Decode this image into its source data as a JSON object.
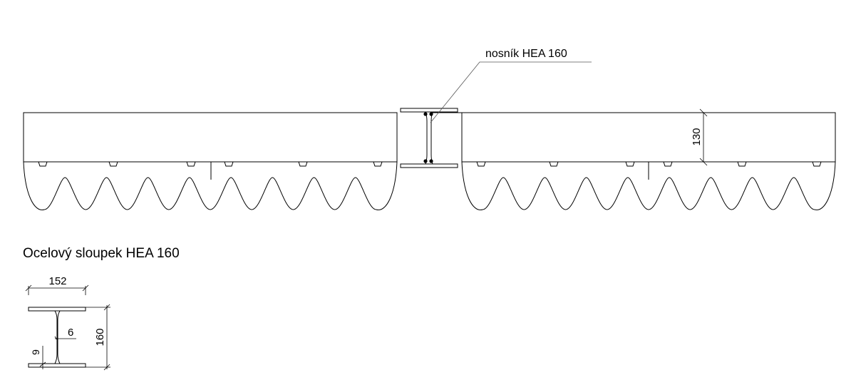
{
  "beam_label": "nosník HEA 160",
  "section_title": "Ocelový sloupek HEA 160",
  "dimensions": {
    "panel_height": "130",
    "flange_width": "152",
    "web_thickness": "6",
    "flange_thickness": "9",
    "section_height": "160"
  },
  "colors": {
    "line": "#000000",
    "leader": "#555555"
  }
}
